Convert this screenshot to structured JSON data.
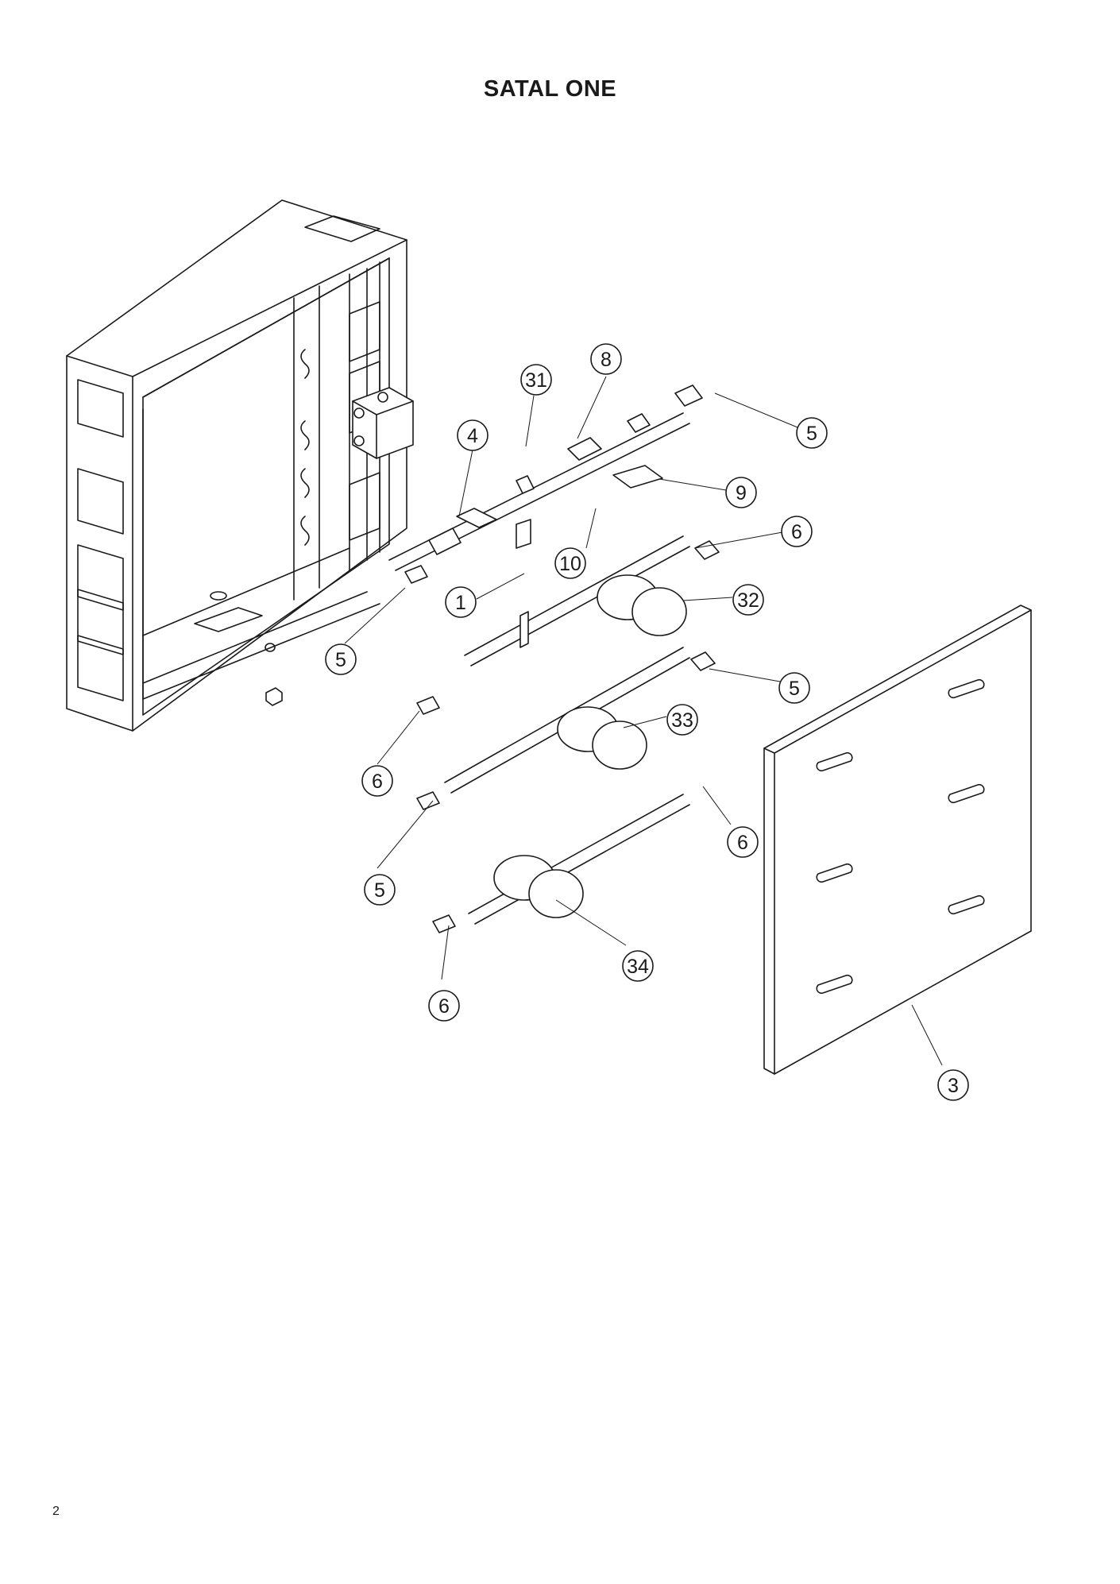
{
  "document": {
    "title": "SATAL ONE",
    "page_number": "2"
  },
  "callouts": [
    "31",
    "8",
    "4",
    "5",
    "9",
    "6",
    "10",
    "1",
    "32",
    "5",
    "5",
    "33",
    "6",
    "6",
    "5",
    "34",
    "6",
    "3"
  ]
}
